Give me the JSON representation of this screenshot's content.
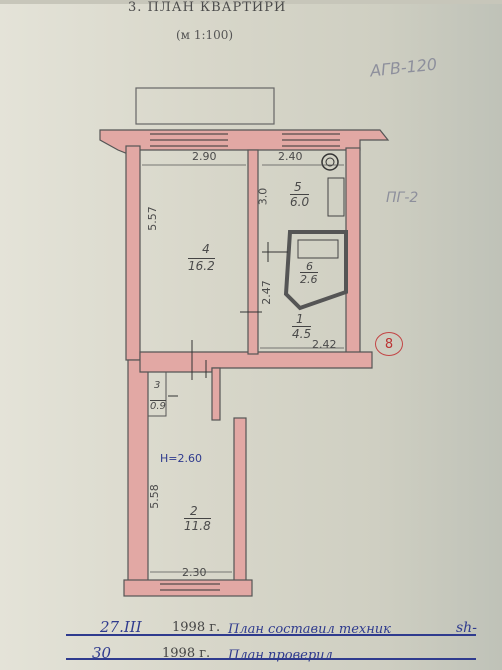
{
  "header": {
    "title": "3. ПЛАН КВАРТИРИ",
    "scale": "(м 1:100)"
  },
  "annotations": {
    "agv": "АГВ-120",
    "pg": "ПГ-2",
    "circle": "8"
  },
  "rooms": [
    {
      "num": "4",
      "area": "16.2"
    },
    {
      "num": "5",
      "area": "6.0"
    },
    {
      "num": "6",
      "area": "2.6"
    },
    {
      "num": "1",
      "area": "4.5"
    },
    {
      "num": "3",
      "area": "0.9"
    },
    {
      "num": "2",
      "area": "11.8"
    }
  ],
  "dimensions": {
    "d290": "2.90",
    "d240": "2.40",
    "d557": "5.57",
    "d30": "3.0",
    "d247": "2.47",
    "d242": "2.42",
    "height": "H=2.60",
    "d558": "5.58",
    "d230": "2.30"
  },
  "footer": {
    "line1_hand": "27.III",
    "line1_print": "1998 г.",
    "line1_text": "План составил техник",
    "line2_hand": "30",
    "line2_print": "1998 г.",
    "line2_text": "План проверил",
    "signature": "sh-"
  },
  "colors": {
    "wall_fill": "#e2a8a4",
    "wall_stroke": "#555555",
    "ink": "#2f3b8e",
    "stamp_red": "#c24545"
  }
}
